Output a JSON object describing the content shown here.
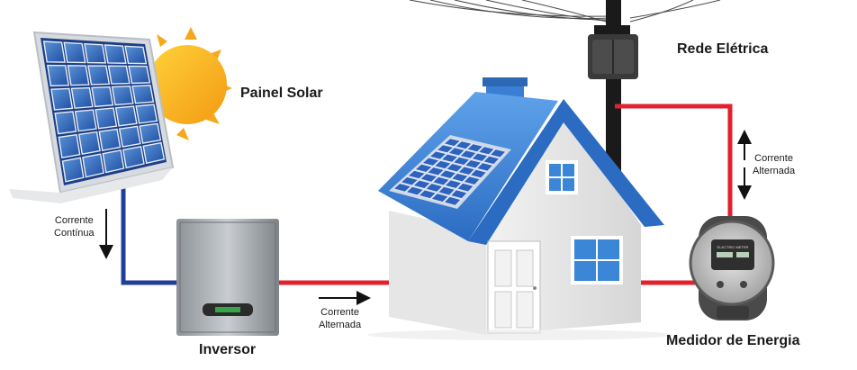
{
  "labels": {
    "solar_panel": "Painel Solar",
    "grid": "Rede Elétrica",
    "inverter": "Inversor",
    "meter": "Medidor de Energia",
    "dc_current": [
      "Corrente",
      "Contínua"
    ],
    "ac_current_bottom": [
      "Corrente",
      "Alternada"
    ],
    "ac_current_right": [
      "Corrente",
      "Alternada"
    ]
  },
  "meter_faceplate": "ELECTRIC METER",
  "colors": {
    "dc_line": "#1f3f9a",
    "ac_line": "#e3202e",
    "roof": "#3b7fd4",
    "wall": "#ececec",
    "pole": "#1a1a1a",
    "sun": "#f7a71b"
  }
}
